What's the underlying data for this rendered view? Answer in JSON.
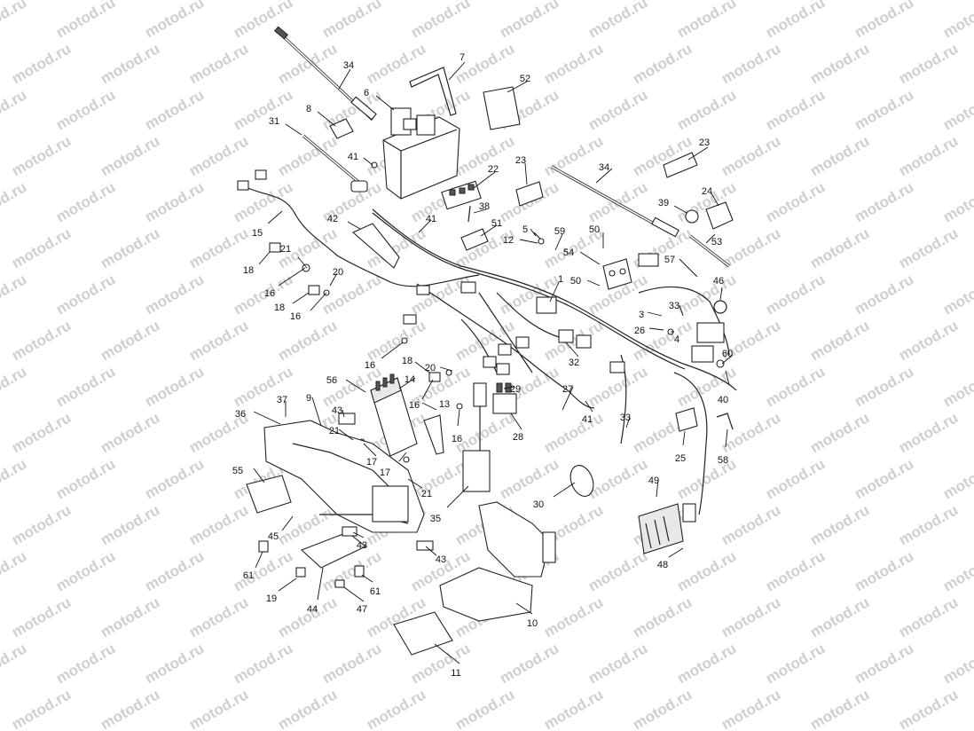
{
  "watermark": {
    "text": "motod.ru"
  },
  "callouts": [
    {
      "label": "34"
    },
    {
      "label": "7"
    },
    {
      "label": "52"
    },
    {
      "label": "6"
    },
    {
      "label": "8"
    },
    {
      "label": "31"
    },
    {
      "label": "41"
    },
    {
      "label": "22"
    },
    {
      "label": "23"
    },
    {
      "label": "34"
    },
    {
      "label": "23"
    },
    {
      "label": "24"
    },
    {
      "label": "39"
    },
    {
      "label": "53"
    },
    {
      "label": "15"
    },
    {
      "label": "42"
    },
    {
      "label": "41"
    },
    {
      "label": "38"
    },
    {
      "label": "51"
    },
    {
      "label": "5"
    },
    {
      "label": "12"
    },
    {
      "label": "59"
    },
    {
      "label": "50"
    },
    {
      "label": "54"
    },
    {
      "label": "57"
    },
    {
      "label": "18"
    },
    {
      "label": "21"
    },
    {
      "label": "20"
    },
    {
      "label": "16"
    },
    {
      "label": "18"
    },
    {
      "label": "16"
    },
    {
      "label": "1"
    },
    {
      "label": "50"
    },
    {
      "label": "46"
    },
    {
      "label": "33"
    },
    {
      "label": "3"
    },
    {
      "label": "26"
    },
    {
      "label": "4"
    },
    {
      "label": "60"
    },
    {
      "label": "16"
    },
    {
      "label": "18"
    },
    {
      "label": "20"
    },
    {
      "label": "32"
    },
    {
      "label": "40"
    },
    {
      "label": "56"
    },
    {
      "label": "14"
    },
    {
      "label": "29"
    },
    {
      "label": "27"
    },
    {
      "label": "37"
    },
    {
      "label": "9"
    },
    {
      "label": "43"
    },
    {
      "label": "16"
    },
    {
      "label": "13"
    },
    {
      "label": "36"
    },
    {
      "label": "21"
    },
    {
      "label": "16"
    },
    {
      "label": "41"
    },
    {
      "label": "33"
    },
    {
      "label": "28"
    },
    {
      "label": "17"
    },
    {
      "label": "17"
    },
    {
      "label": "25"
    },
    {
      "label": "58"
    },
    {
      "label": "55"
    },
    {
      "label": "21"
    },
    {
      "label": "35"
    },
    {
      "label": "30"
    },
    {
      "label": "49"
    },
    {
      "label": "45"
    },
    {
      "label": "43"
    },
    {
      "label": "43"
    },
    {
      "label": "61"
    },
    {
      "label": "48"
    },
    {
      "label": "61"
    },
    {
      "label": "19"
    },
    {
      "label": "44"
    },
    {
      "label": "47"
    },
    {
      "label": "10"
    },
    {
      "label": "11"
    }
  ]
}
